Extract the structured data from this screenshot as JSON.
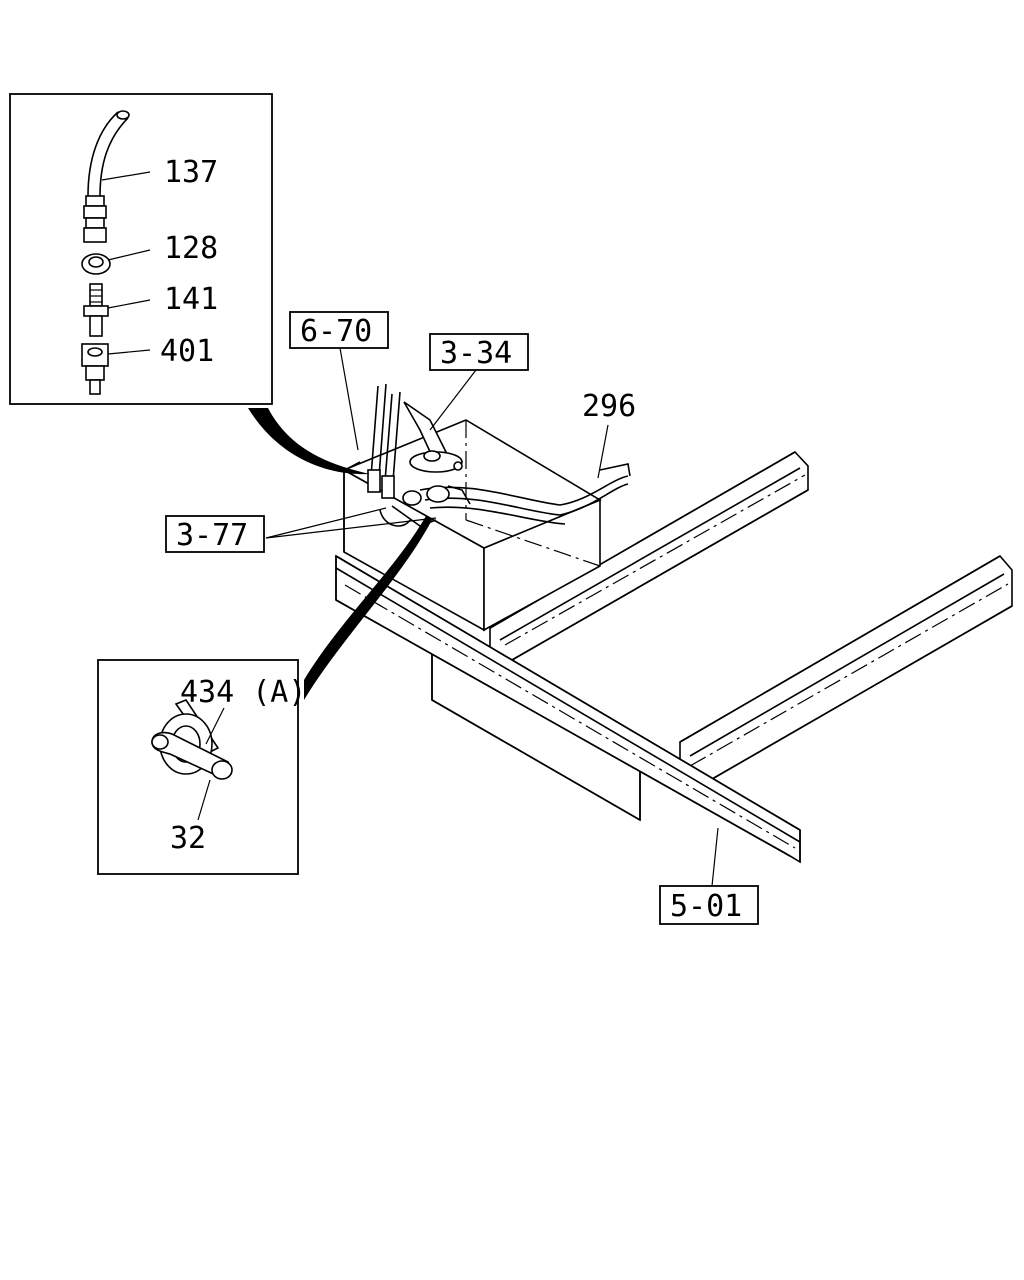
{
  "detail_top": {
    "labels": [
      "137",
      "128",
      "141",
      "401"
    ]
  },
  "detail_bottom": {
    "labels": [
      "434 (A)",
      "32"
    ]
  },
  "refs": {
    "r670": "6-70",
    "r334": "3-34",
    "r377": "3-77",
    "r501": "5-01",
    "r296": "296"
  }
}
